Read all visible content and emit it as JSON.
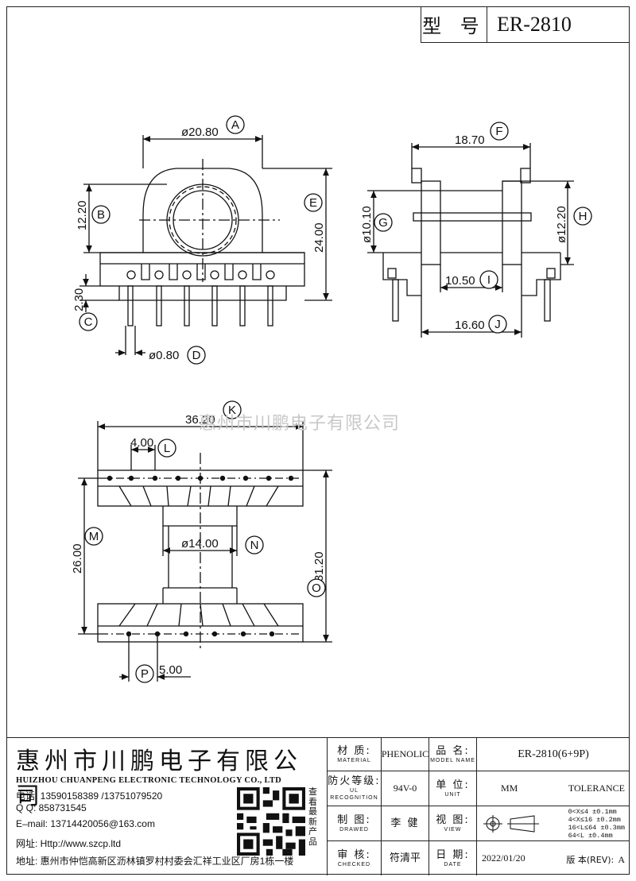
{
  "model_box": {
    "label": "型 号",
    "value": "ER-2810"
  },
  "watermark": "惠州市川鹏电子有限公司",
  "dimensions": {
    "A": {
      "letter": "A",
      "value": "ø20.80"
    },
    "B": {
      "letter": "B",
      "value": "12.20"
    },
    "C": {
      "letter": "C",
      "value": "2.30"
    },
    "D": {
      "letter": "D",
      "value": "ø0.80"
    },
    "E": {
      "letter": "E",
      "value": "24.00"
    },
    "F": {
      "letter": "F",
      "value": "18.70"
    },
    "G": {
      "letter": "G",
      "value": "ø10.10"
    },
    "H": {
      "letter": "H",
      "value": "ø12.20"
    },
    "I": {
      "letter": "I",
      "value": "10.50"
    },
    "J": {
      "letter": "J",
      "value": "16.60"
    },
    "K": {
      "letter": "K",
      "value": "36.20"
    },
    "L": {
      "letter": "L",
      "value": "4.00"
    },
    "M": {
      "letter": "M",
      "value": "26.00"
    },
    "N": {
      "letter": "N",
      "value": "ø14.00"
    },
    "O": {
      "letter": "O",
      "value": "31.20"
    },
    "P": {
      "letter": "P",
      "value": "5.00"
    }
  },
  "company": {
    "name_cn": "惠州市川鹏电子有限公司",
    "name_en": "HUIZHOU CHUANPENG ELECTRONIC TECHNOLOGY CO., LTD",
    "phone": "电话: 13590158389 /13751079520",
    "qq": "Q Q:  858731545",
    "email": "E–mail: 13714420056@163.com",
    "website": "网址: Http://www.szcp.ltd",
    "address": "地址: 惠州市仲恺高新区沥林镇罗村村委会汇祥工业区厂房1栋一楼",
    "scan_text": "查看最新产品"
  },
  "title_block": {
    "material_cn": "材 质:",
    "material_en": "MATERIAL",
    "material_value": "PHENOLIC",
    "model_name_cn": "品 名:",
    "model_name_en": "MODEL NAME",
    "model_name_value": "ER-2810(6+9P)",
    "ul_cn": "防火等级:",
    "ul_en": "UL RECOGNITION",
    "ul_value": "94V-0",
    "unit_cn": "单 位:",
    "unit_en": "UNIT",
    "unit_value": "MM",
    "tolerance": "TOLERANCE",
    "drawn_cn": "制 图:",
    "drawn_en": "DRAWED",
    "drawn_value": "李 健",
    "view_cn": "视 图:",
    "view_en": "VIEW",
    "tolerance_rows": [
      "0<X≤4   ±0.1mm",
      "4<X≤16  ±0.2mm",
      "16<L≤64 ±0.3mm",
      "64<L    ±0.4mm"
    ],
    "checked_cn": "审 核:",
    "checked_en": "CHECKED",
    "checked_value": "符清平",
    "date_cn": "日 期:",
    "date_en": "DATE",
    "date_value": "2022/01/20",
    "rev_label": "版 本(REV):",
    "rev_value": "A"
  }
}
